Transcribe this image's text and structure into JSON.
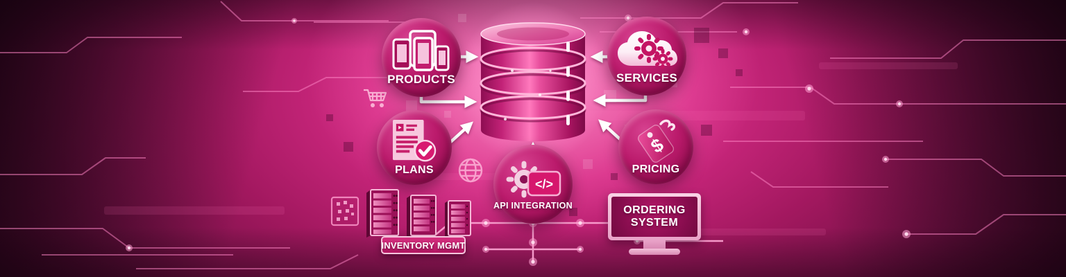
{
  "diagram": {
    "center_database": {
      "icon": "database-icon"
    },
    "nodes": [
      {
        "id": "products",
        "label": "PRODUCTS",
        "icon": "devices-icon"
      },
      {
        "id": "services",
        "label": "SERVICES",
        "icon": "cloud-gears-icon"
      },
      {
        "id": "plans",
        "label": "PLANS",
        "icon": "document-checkmark-icon"
      },
      {
        "id": "pricing",
        "label": "PRICING",
        "icon": "price-tag-icon"
      },
      {
        "id": "api_integration",
        "label": "API INTEGRATION",
        "icon": "gear-code-icon"
      }
    ],
    "systems": [
      {
        "id": "inventory_mgmt",
        "label": "INVENTORY MGMT",
        "icon": "server-racks-icon"
      },
      {
        "id": "ordering_system",
        "label": "ORDERING SYSTEM",
        "icon": "monitor-icon"
      }
    ],
    "glyphs": {
      "dollar": "$",
      "code": "</>"
    },
    "colors": {
      "accent_magenta": "#d42a84",
      "node_fill": "#b01360",
      "bright_pink": "#ff6cb3",
      "background_dark": "#230519",
      "text": "#ffffff",
      "trace_pink": "#ff8fca",
      "arrow_white": "#ffffff"
    }
  }
}
